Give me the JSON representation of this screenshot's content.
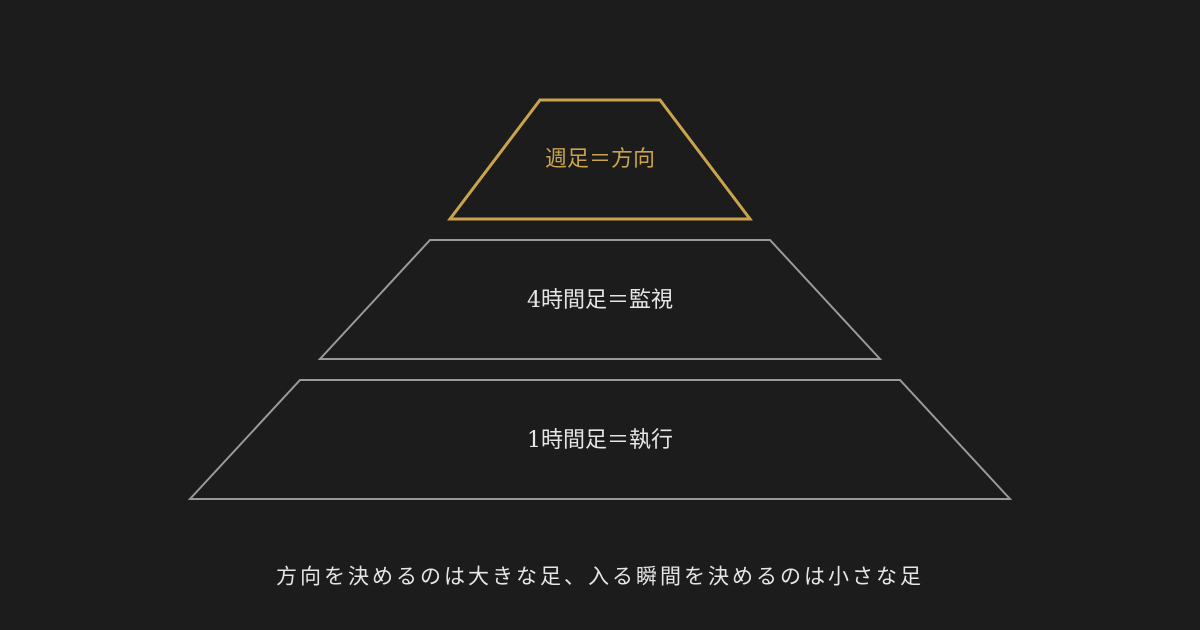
{
  "diagram": {
    "tiers": [
      {
        "label": "週足＝方向",
        "highlighted": true
      },
      {
        "label": "4時間足＝監視",
        "highlighted": false
      },
      {
        "label": "1時間足＝執行",
        "highlighted": false
      }
    ],
    "caption": "方向を決めるのは大きな足、入る瞬間を決めるのは小さな足"
  },
  "colors": {
    "background": "#1c1c1c",
    "highlight": "#c9a44c",
    "outline": "#9a9a9a",
    "text": "#e6e6e6"
  }
}
